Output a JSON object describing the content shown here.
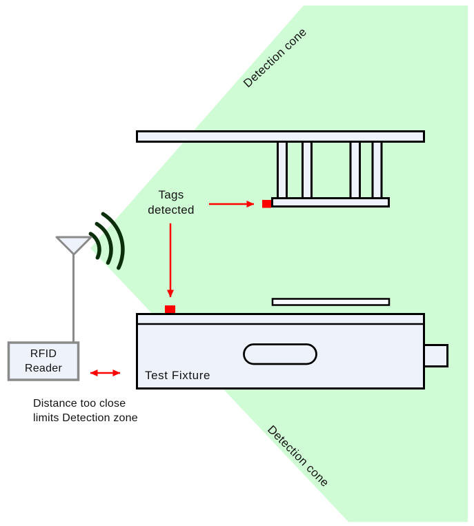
{
  "diagram": {
    "cone_label_top": "Detection cone",
    "cone_label_bottom": "Detection cone",
    "tags_detected_line1": "Tags",
    "tags_detected_line2": "detected",
    "rfid_reader_line1": "RFID",
    "rfid_reader_line2": "Reader",
    "test_fixture_label": "Test Fixture",
    "distance_note_line1": "Distance too close",
    "distance_note_line2": "limits Detection zone"
  },
  "icons": {
    "antenna": "antenna-icon",
    "signal_waves": "signal-waves-icon",
    "tag_marker": "tag-marker-square",
    "arrow": "red-arrow"
  },
  "colors": {
    "cone_green": "#cffcd4",
    "panel_fill": "#eef2fa",
    "plate_fill": "#f8fafd",
    "outline": "#000000",
    "antenna_gray": "#8a8a8a",
    "signal_green": "#0a2f0a",
    "accent_red": "#ff0000",
    "text": "#111111",
    "background": "#ffffff"
  }
}
